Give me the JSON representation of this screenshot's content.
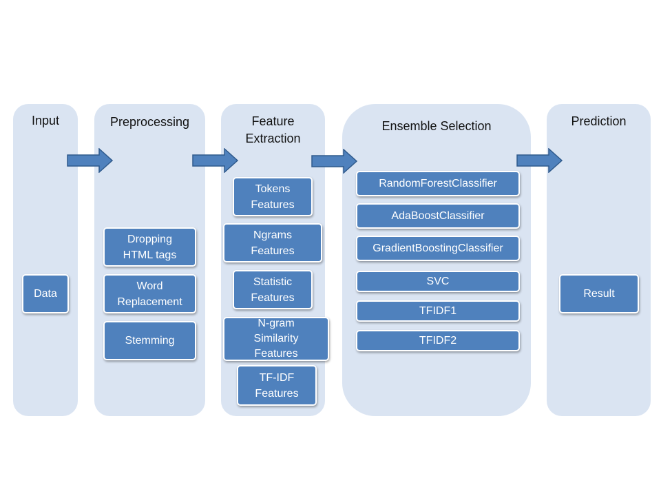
{
  "stages": {
    "input": {
      "title": "Input",
      "items": [
        "Data"
      ]
    },
    "preprocessing": {
      "title": "Preprocessing",
      "items": [
        "Dropping\nHTML tags",
        "Word\nReplacement",
        "Stemming"
      ]
    },
    "feature_extraction": {
      "title": "Feature\nExtraction",
      "items": [
        "Tokens\nFeatures",
        "Ngrams\nFeatures",
        "Statistic\nFeatures",
        "N-gram\nSimilarity\nFeatures",
        "TF-IDF\nFeatures"
      ]
    },
    "ensemble_selection": {
      "title": "Ensemble Selection",
      "items": [
        "RandomForestClassifier",
        "AdaBoostClassifier",
        "GradientBoostingClassifier",
        "SVC",
        "TFIDF1",
        "TFIDF2"
      ]
    },
    "prediction": {
      "title": "Prediction",
      "items": [
        "Result"
      ]
    }
  },
  "colors": {
    "stage_bg": "#dae4f2",
    "box_fill": "#4f81bd",
    "arrow_fill": "#4f81bd",
    "arrow_stroke": "#2f5a8c"
  }
}
